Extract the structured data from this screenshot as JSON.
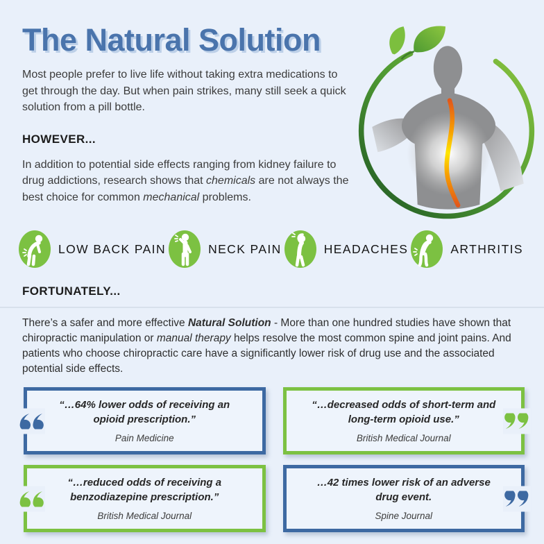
{
  "colors": {
    "background": "#e9f0fa",
    "panel": "#eef4fc",
    "blue": "#3d69a2",
    "green": "#7cc142",
    "title_blue": "#4a74ac",
    "spine_yellow": "#ffe600",
    "spine_orange": "#e2581a",
    "torso_gray": "#8e8f91"
  },
  "header": {
    "title": "The Natural Solution"
  },
  "intro": {
    "text": "Most people prefer to live life without taking extra medications to get through the day. But when pain strikes, many still seek a quick solution from a pill bottle."
  },
  "however": {
    "heading": "HOWEVER...",
    "part1": "In addition to potential side effects ranging from kidney failure to drug addictions, research shows that ",
    "italic1": "chemicals",
    "part2": " are not always the best choice for common ",
    "italic2": "mechanical",
    "part3": " problems."
  },
  "conditions": [
    {
      "label": "LOW BACK PAIN",
      "icon": "low-back-pain-icon"
    },
    {
      "label": "NECK PAIN",
      "icon": "neck-pain-icon"
    },
    {
      "label": "HEADACHES",
      "icon": "headaches-icon"
    },
    {
      "label": "ARTHRITIS",
      "icon": "arthritis-icon"
    }
  ],
  "fortunately": {
    "heading": "FORTUNATELY...",
    "part1": "There’s a safer and more effective ",
    "bold_italic": "Natural Solution",
    "part2": " - More than one hundred studies have shown that chiropractic manipulation or ",
    "italic": "manual therapy",
    "part3": " helps resolve the most common spine and joint pains. And patients who choose chiropractic care have a significantly lower risk of drug use and the associated potential side effects."
  },
  "quotes": [
    {
      "text": "“…64% lower odds of receiving an opioid prescription.”",
      "source": "Pain Medicine",
      "accent": "blue",
      "quote_side": "left"
    },
    {
      "text": "“…decreased odds of short-term and long-term opioid use.”",
      "source": "British Medical Journal",
      "accent": "green",
      "quote_side": "right"
    },
    {
      "text": "“…reduced odds of receiving a benzodiazepine prescription.”",
      "source": "British Medical Journal",
      "accent": "green",
      "quote_side": "left"
    },
    {
      "text": "…42 times lower risk of an adverse drug event.",
      "source": "Spine Journal",
      "accent": "blue",
      "quote_side": "right"
    }
  ]
}
